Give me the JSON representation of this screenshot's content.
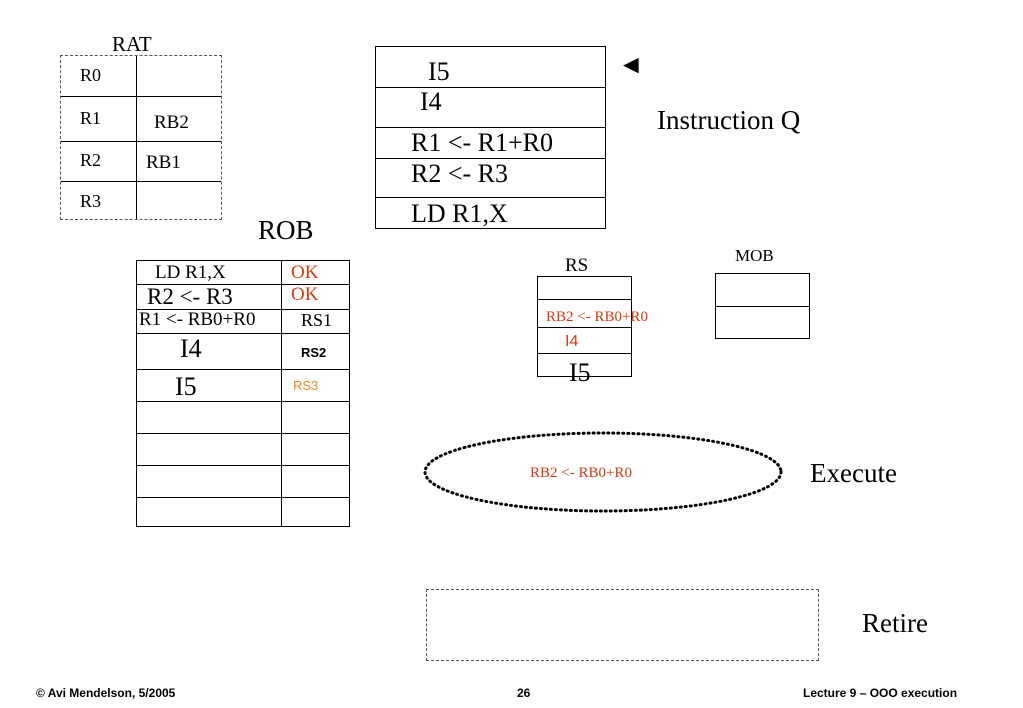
{
  "rat": {
    "title": "RAT",
    "rows": [
      {
        "reg": "R0",
        "map": ""
      },
      {
        "reg": "R1",
        "map": "RB2"
      },
      {
        "reg": "R2",
        "map": "RB1"
      },
      {
        "reg": "R3",
        "map": ""
      }
    ]
  },
  "instruction_q": {
    "label": "Instruction Q",
    "pointer": "◄",
    "items": [
      "I5",
      "I4",
      "R1 <- R1+R0",
      "R2 <- R3",
      "LD R1,X"
    ]
  },
  "rob": {
    "title": "ROB",
    "rows": [
      {
        "instr": "LD R1,X",
        "status": "OK"
      },
      {
        "instr": "R2 <- R3",
        "status": "OK"
      },
      {
        "instr": "R1 <- RB0+R0",
        "status": "RS1"
      },
      {
        "instr": "I4",
        "status": "RS2"
      },
      {
        "instr": "I5",
        "status": "RS3"
      },
      {
        "instr": "",
        "status": ""
      },
      {
        "instr": "",
        "status": ""
      },
      {
        "instr": "",
        "status": ""
      },
      {
        "instr": "",
        "status": ""
      }
    ]
  },
  "rs": {
    "title": "RS",
    "items": [
      "RB2 <- RB0+R0",
      "I4",
      "I5"
    ]
  },
  "mob": {
    "title": "MOB"
  },
  "execute": {
    "label": "Execute",
    "content": "RB2 <- RB0+R0"
  },
  "retire": {
    "label": "Retire"
  },
  "footer": {
    "left": "© Avi Mendelson, 5/2005",
    "center": "26",
    "right": "Lecture 9 – OOO execution"
  },
  "colors": {
    "red": "#d43a12",
    "orange": "#f08a24"
  }
}
